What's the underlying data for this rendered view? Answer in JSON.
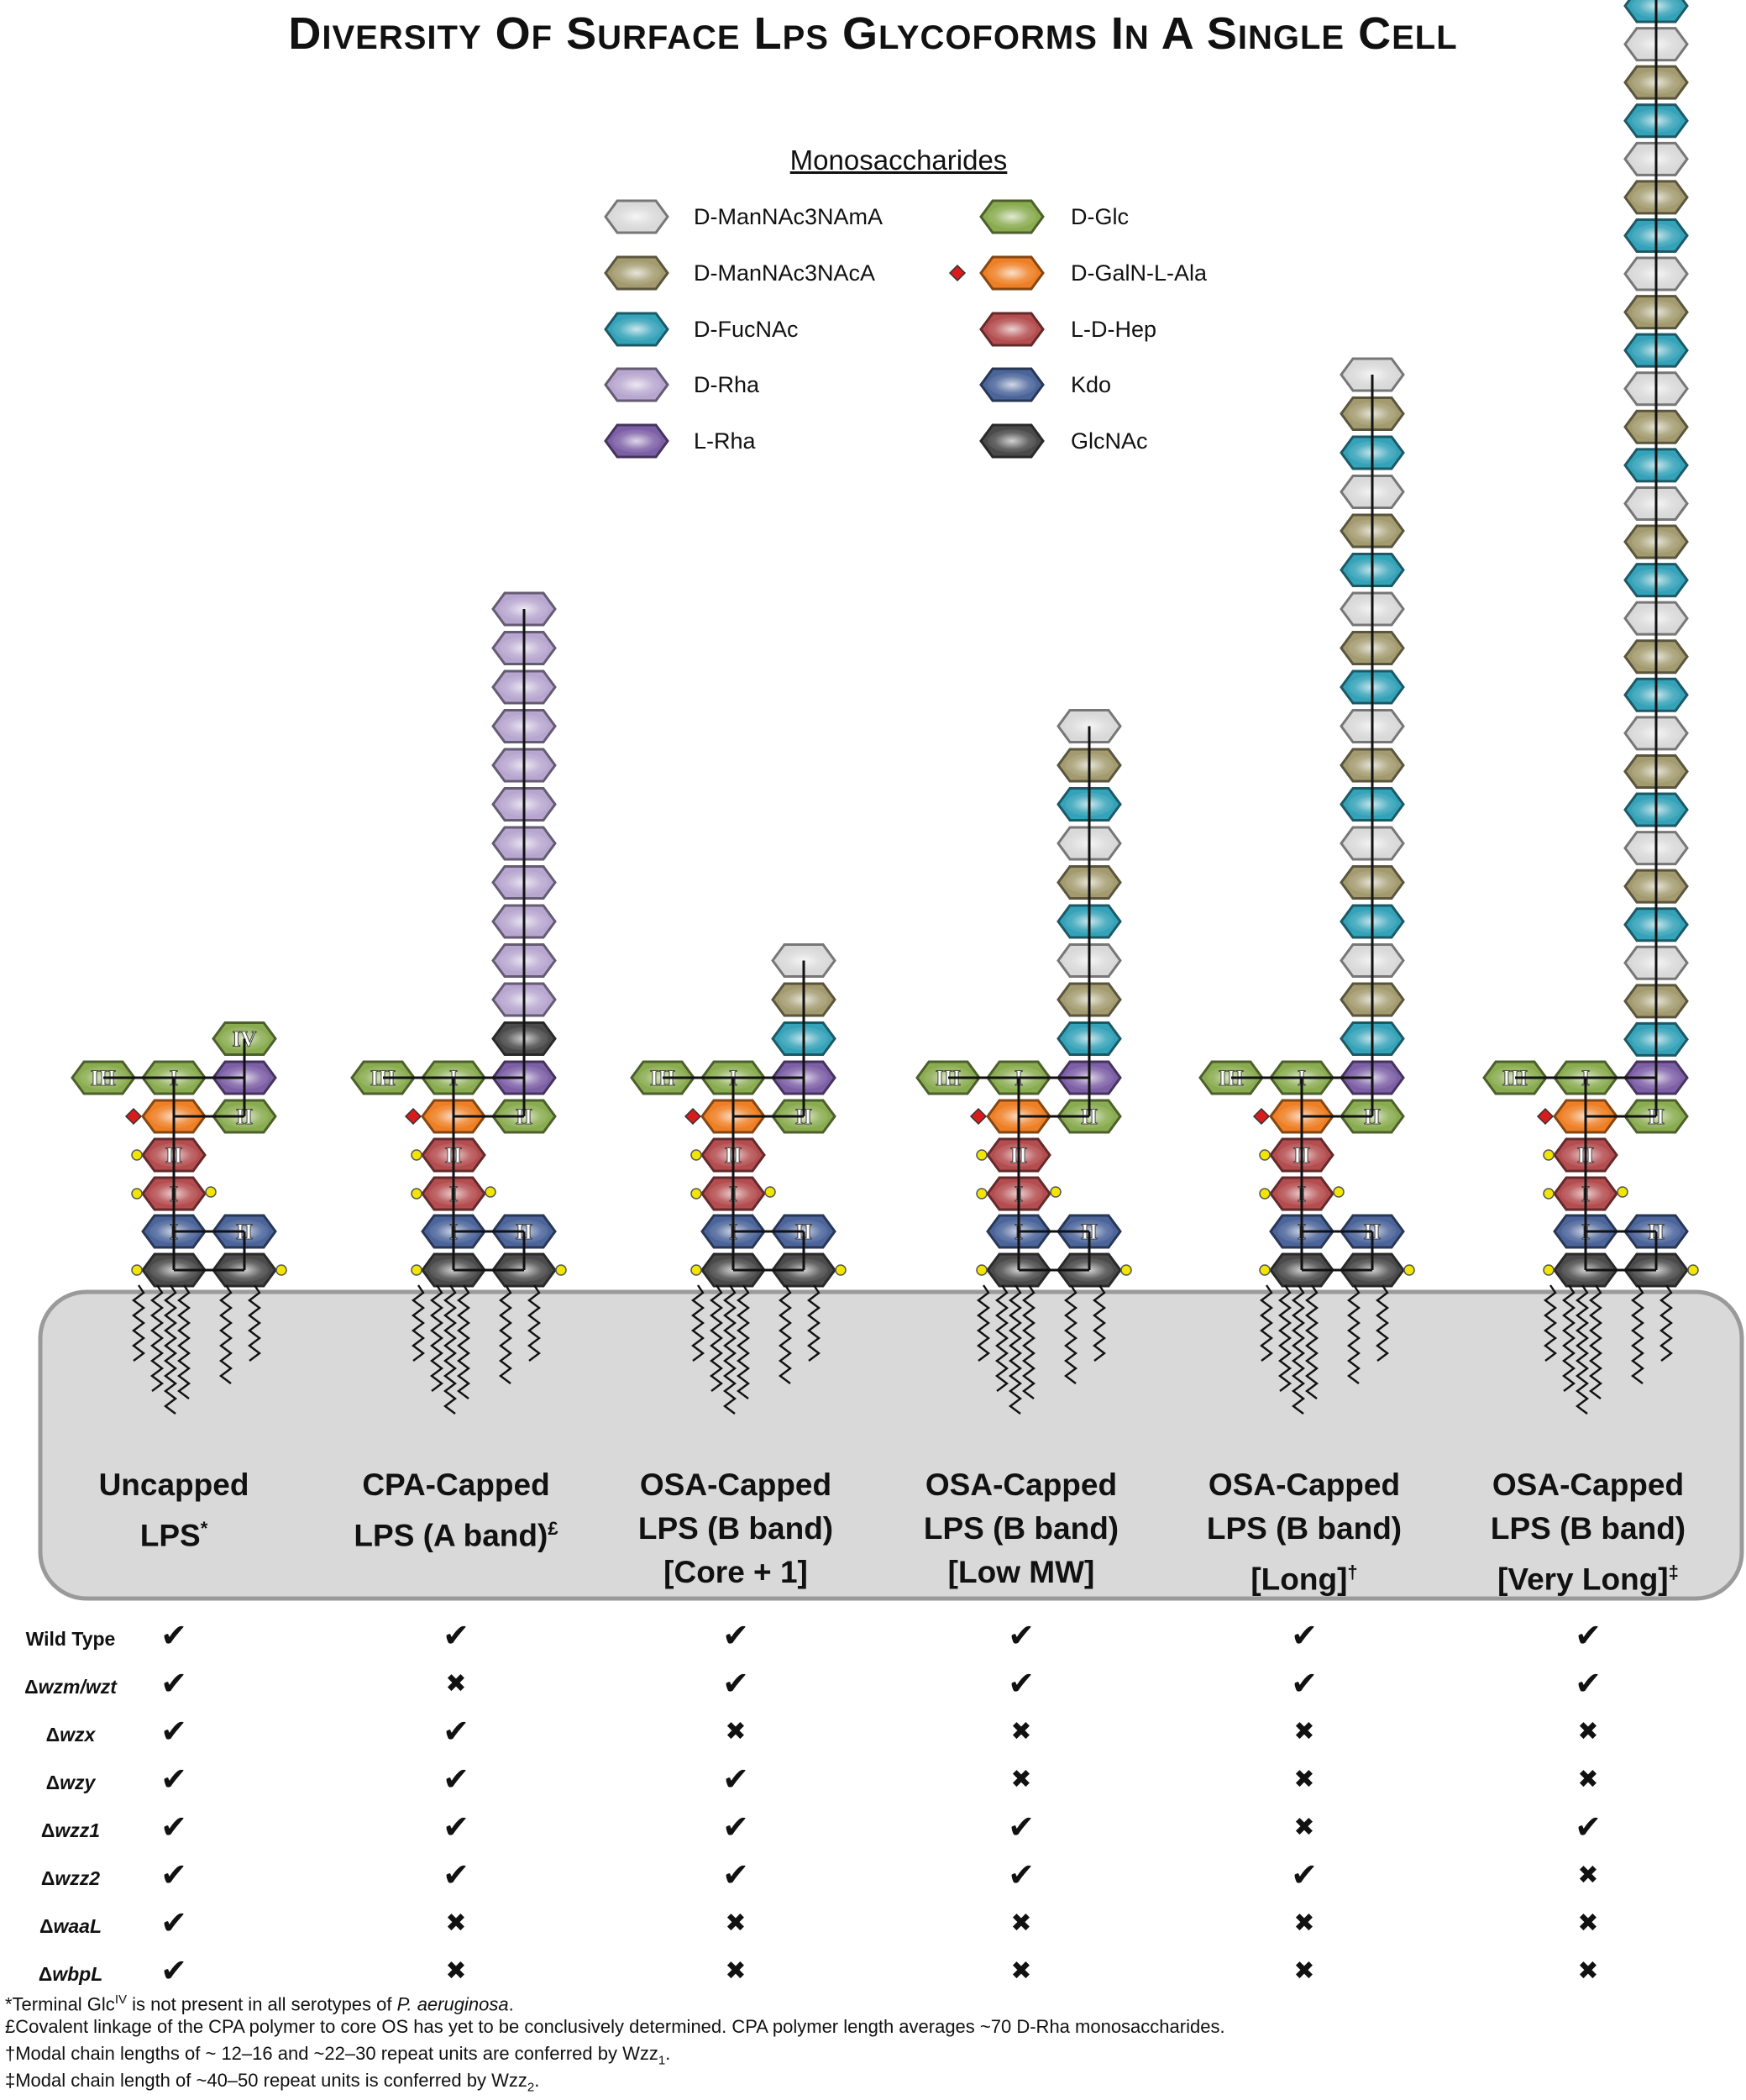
{
  "title": "Diversity of Surface LPS Glycoforms in a Single Cell",
  "legend": {
    "heading": "Monosaccharides",
    "items": [
      {
        "label": "D-ManNAc3NAmA",
        "color": "#d9d9d9"
      },
      {
        "label": "D-ManNAc3NAcA",
        "color": "#a39b6f"
      },
      {
        "label": "D-FucNAc",
        "color": "#34a2b8"
      },
      {
        "label": "D-Rha",
        "color": "#b7a6cf"
      },
      {
        "label": "L-Rha",
        "color": "#7d5fa6"
      },
      {
        "label": "D-Glc",
        "color": "#8aac50"
      },
      {
        "label": "D-GalN-L-Ala",
        "color": "#ee7f24"
      },
      {
        "label": "L-D-Hep",
        "color": "#b44d4f"
      },
      {
        "label": "Kdo",
        "color": "#4b649a"
      },
      {
        "label": "GlcNAc",
        "color": "#4a4a4a"
      }
    ]
  },
  "roman": {
    "i": "I",
    "ii": "II",
    "iii": "III",
    "iv": "IV"
  },
  "columns": [
    {
      "line1": "Uncapped",
      "line2": "LPS",
      "sup": "*",
      "line3": ""
    },
    {
      "line1": "CPA-Capped",
      "line2": "LPS (A band)",
      "sup": "£",
      "line3": ""
    },
    {
      "line1": "OSA-Capped",
      "line2": "LPS (B band)",
      "sup": "",
      "line3": "[Core + 1]"
    },
    {
      "line1": "OSA-Capped",
      "line2": "LPS (B band)",
      "sup": "",
      "line3": "[Low MW]"
    },
    {
      "line1": "OSA-Capped",
      "line2": "LPS (B band)",
      "sup": "",
      "line3": "[Long]",
      "sup3": "†"
    },
    {
      "line1": "OSA-Capped",
      "line2": "LPS (B band)",
      "sup": "",
      "line3": "[Very Long]",
      "sup3": "‡"
    }
  ],
  "table": {
    "rows": [
      {
        "label": "Wild Type",
        "marks": [
          "✔",
          "✔",
          "✔",
          "✔",
          "✔",
          "✔"
        ]
      },
      {
        "label": "Δwzm/wzt",
        "marks": [
          "✔",
          "✖",
          "✔",
          "✔",
          "✔",
          "✔"
        ]
      },
      {
        "label": "Δwzx",
        "marks": [
          "✔",
          "✔",
          "✖",
          "✖",
          "✖",
          "✖"
        ]
      },
      {
        "label": "Δwzy",
        "marks": [
          "✔",
          "✔",
          "✔",
          "✖",
          "✖",
          "✖"
        ]
      },
      {
        "label": "Δwzz1",
        "marks": [
          "✔",
          "✔",
          "✔",
          "✔",
          "✖",
          "✔"
        ]
      },
      {
        "label": "Δwzz2",
        "marks": [
          "✔",
          "✔",
          "✔",
          "✔",
          "✔",
          "✖"
        ]
      },
      {
        "label": "ΔwaaL",
        "marks": [
          "✔",
          "✖",
          "✖",
          "✖",
          "✖",
          "✖"
        ]
      },
      {
        "label": "ΔwbpL",
        "marks": [
          "✔",
          "✖",
          "✖",
          "✖",
          "✖",
          "✖"
        ]
      }
    ]
  },
  "footnotes": [
    {
      "text_a": "*Terminal Glc",
      "sup": "IV",
      "text_b": " is not present in all serotypes of ",
      "italic": "P. aeruginosa",
      "text_c": "."
    },
    {
      "text_a": "£Covalent linkage of the CPA polymer to core OS has yet to be conclusively determined.  CPA polymer length  averages ~70 D-Rha monosaccharides."
    },
    {
      "text_a": "†Modal chain lengths of ~ 12–16 and ~22–30  repeat units are conferred by Wzz",
      "sub": "1",
      "text_b": "."
    },
    {
      "text_a": "‡Modal chain length of ~40–50  repeat units is conferred by Wzz",
      "sub": "2",
      "text_b": "."
    }
  ]
}
